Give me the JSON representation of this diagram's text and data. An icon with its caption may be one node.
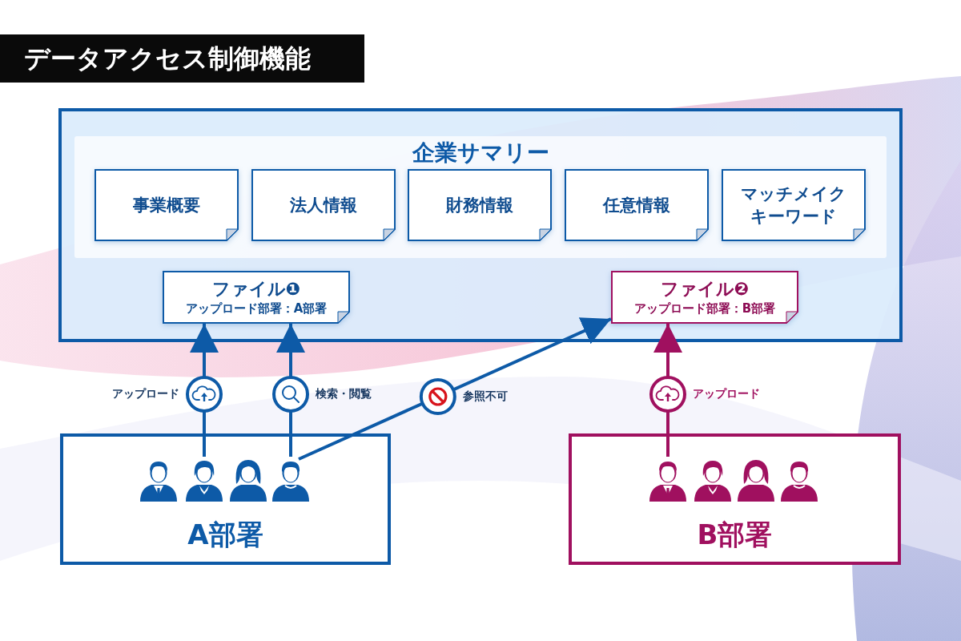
{
  "diagram": {
    "title": "データアクセス制御機能",
    "nodes": [
      {
        "text": [],
        "shape": "box"
      },
      {
        "text": [
          "企業サマリー"
        ],
        "in": 0
      },
      {
        "text": [
          "事業概要"
        ],
        "in": 1
      },
      {
        "text": [
          "法人情報"
        ],
        "in": 1
      },
      {
        "text": [
          "財務情報"
        ],
        "in": 1
      },
      {
        "text": [
          "任意情報"
        ],
        "in": 1
      },
      {
        "text": [
          "マッチメイクキーワード"
        ],
        "in": 1
      },
      {
        "text": [
          "ファイル❶",
          "アップロード部署：A部署"
        ],
        "in": 0
      },
      {
        "text": [
          "ファイル❷",
          "アップロード部署：B部署"
        ],
        "in": 0
      },
      {
        "text": [
          "A部署"
        ]
      },
      {
        "text": [],
        "shape": "person",
        "in": 9
      },
      {
        "text": [],
        "shape": "person",
        "in": 9
      },
      {
        "text": [],
        "shape": "person",
        "in": 9
      },
      {
        "text": [],
        "shape": "person",
        "in": 9
      },
      {
        "text": [
          "B部署"
        ]
      },
      {
        "text": [],
        "shape": "person",
        "in": 14
      },
      {
        "text": [],
        "shape": "person",
        "in": 14
      },
      {
        "text": [],
        "shape": "person",
        "in": 14
      },
      {
        "text": [],
        "shape": "person",
        "in": 14
      }
    ],
    "edges": [
      {
        "from": 11,
        "to": 7,
        "arrow": "to",
        "label": "アップロード"
      },
      {
        "from": 13,
        "to": 7,
        "arrow": "to",
        "label": "検索・閲覧"
      },
      {
        "from": 13,
        "to": 8,
        "arrow": "to",
        "label": "参照不可"
      },
      {
        "from": 15,
        "to": 8,
        "arrow": "to",
        "label": "アップロード",
        "color": "#a0105f"
      }
    ]
  }
}
